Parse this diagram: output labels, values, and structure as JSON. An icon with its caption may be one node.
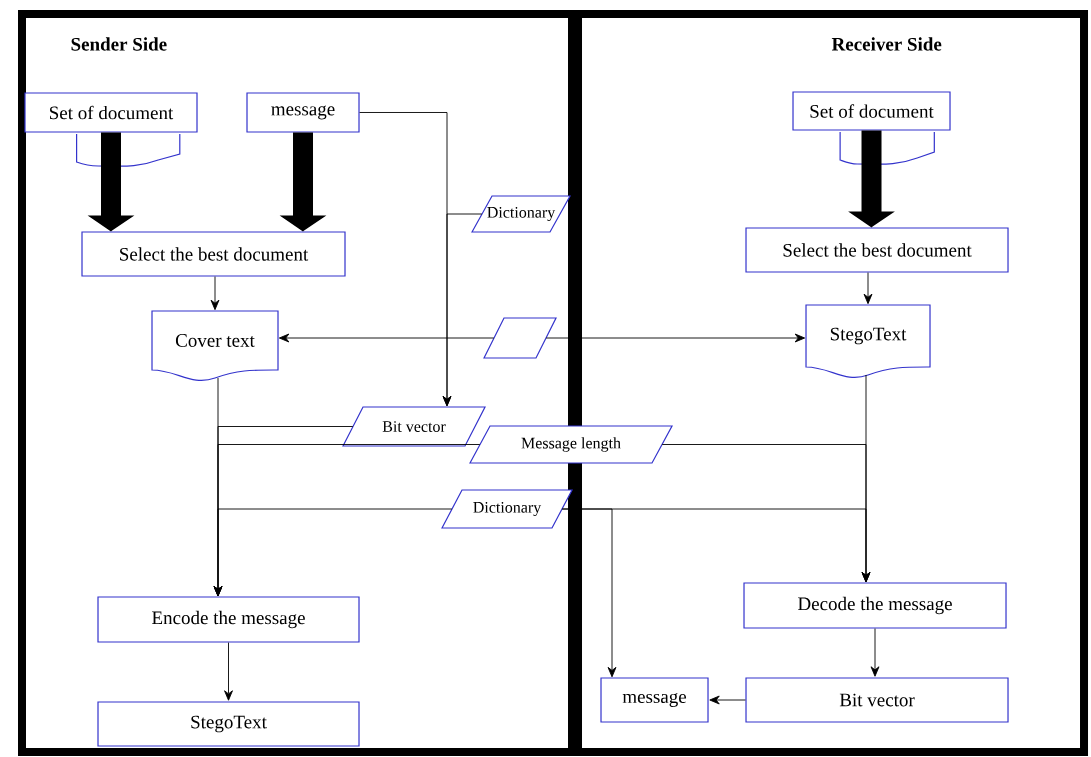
{
  "diagram": {
    "nodes": [
      {
        "text": [
          "Sender Side"
        ]
      },
      {
        "text": [
          "Receiver Side"
        ]
      },
      {
        "text": [
          "Set of document"
        ],
        "in": 0
      },
      {
        "text": [
          "message"
        ],
        "in": 0
      },
      {
        "text": [
          "Select the best document"
        ],
        "in": 0
      },
      {
        "text": [
          "Cover text"
        ],
        "in": 0
      },
      {
        "text": [
          "Dictionary"
        ],
        "in": 0
      },
      {
        "text": [
          "Bit vector"
        ],
        "in": 0
      },
      {
        "text": [
          "Encode the message"
        ],
        "in": 0
      },
      {
        "text": [
          "StegoText"
        ],
        "in": 0
      },
      {
        "text": [],
        "shape": "parallelogram",
        "in": 0
      },
      {
        "text": [
          "Message length"
        ]
      },
      {
        "text": [
          "Dictionary"
        ],
        "in": 0
      },
      {
        "text": [
          "Set of document"
        ],
        "in": 1
      },
      {
        "text": [
          "Select the best document"
        ],
        "in": 1
      },
      {
        "text": [
          "StegoText"
        ],
        "in": 1
      },
      {
        "text": [
          "Decode the message"
        ],
        "in": 1
      },
      {
        "text": [
          "message"
        ],
        "in": 1
      },
      {
        "text": [
          "Bit vector"
        ],
        "in": 1
      }
    ],
    "edges": [
      {
        "from": 2,
        "to": 4,
        "arrow": "to",
        "style": "thick"
      },
      {
        "from": 3,
        "to": 4,
        "arrow": "to",
        "style": "thick"
      },
      {
        "from": 4,
        "to": 5,
        "arrow": "to"
      },
      {
        "from": 3,
        "to": 7,
        "arrow": "to"
      },
      {
        "from": 6,
        "to": 7,
        "arrow": "to"
      },
      {
        "from": 10,
        "to": 5,
        "arrow": "to"
      },
      {
        "from": 10,
        "to": 15,
        "arrow": "to"
      },
      {
        "from": 5,
        "to": 8,
        "arrow": "to"
      },
      {
        "from": 7,
        "to": 8,
        "arrow": "to"
      },
      {
        "from": 11,
        "to": 8,
        "arrow": "to"
      },
      {
        "from": 12,
        "to": 8,
        "arrow": "to"
      },
      {
        "from": 8,
        "to": 9,
        "arrow": "to"
      },
      {
        "from": 13,
        "to": 14,
        "arrow": "to",
        "style": "thick"
      },
      {
        "from": 14,
        "to": 15,
        "arrow": "to"
      },
      {
        "from": 15,
        "to": 16,
        "arrow": "to"
      },
      {
        "from": 11,
        "to": 16,
        "arrow": "to"
      },
      {
        "from": 12,
        "to": 16,
        "arrow": "to"
      },
      {
        "from": 12,
        "to": 17,
        "arrow": "to"
      },
      {
        "from": 16,
        "to": 18,
        "arrow": "to"
      },
      {
        "from": 18,
        "to": 17,
        "arrow": "to"
      }
    ]
  }
}
